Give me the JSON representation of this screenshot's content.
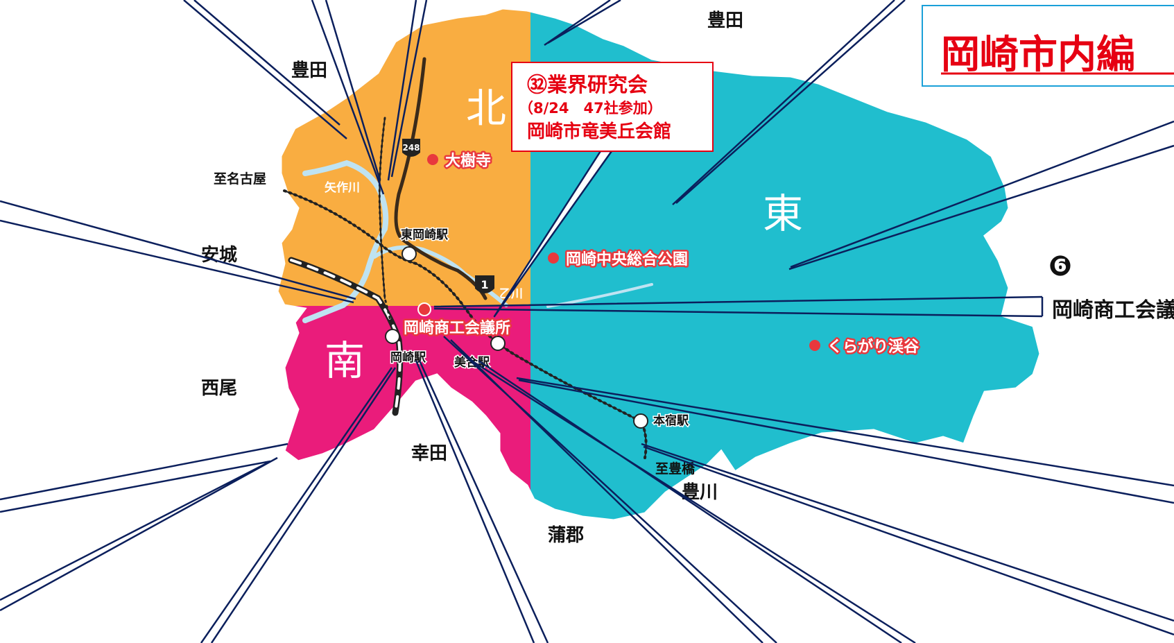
{
  "title": "岡崎市内編",
  "zones": {
    "north": "北",
    "east": "東",
    "south": "南"
  },
  "cities": {
    "toyota_top": "豊田",
    "toyota_left": "豊田",
    "nagoya": "至名古屋",
    "anjo": "安城",
    "nishio": "西尾",
    "kota": "幸田",
    "gamagori": "蒲郡",
    "toyokawa": "豊川",
    "toyohashi": "至豊橋"
  },
  "stations": {
    "higashi_okazaki": "東岡崎駅",
    "okazaki": "岡崎駅",
    "mitsugi": "美合駅",
    "motojuku": "本宿駅"
  },
  "rivers": {
    "yahagi": "矢作川",
    "oto": "乙川"
  },
  "routes": {
    "r248": "248",
    "r1": "1"
  },
  "pois": {
    "daijuji": "大樹寺",
    "chuo_park": "岡崎中央総合公園",
    "kuragari": "くらがり渓谷",
    "chamber": "岡崎商工会議所"
  },
  "callout_event": {
    "line1": "㉜業界研究会",
    "line2": "（8/24　47社参加）",
    "line3": "岡崎市竜美丘会館"
  },
  "callout_right": {
    "number": "❻",
    "text": "岡崎商工会議所"
  },
  "colors": {
    "north": "#f9ad41",
    "east": "#20bece",
    "south": "#ea1c7b",
    "poi": "#e8383d",
    "lines": "#0b1f5c",
    "title_border": "#1aa0d8",
    "title_text": "#e60012"
  }
}
